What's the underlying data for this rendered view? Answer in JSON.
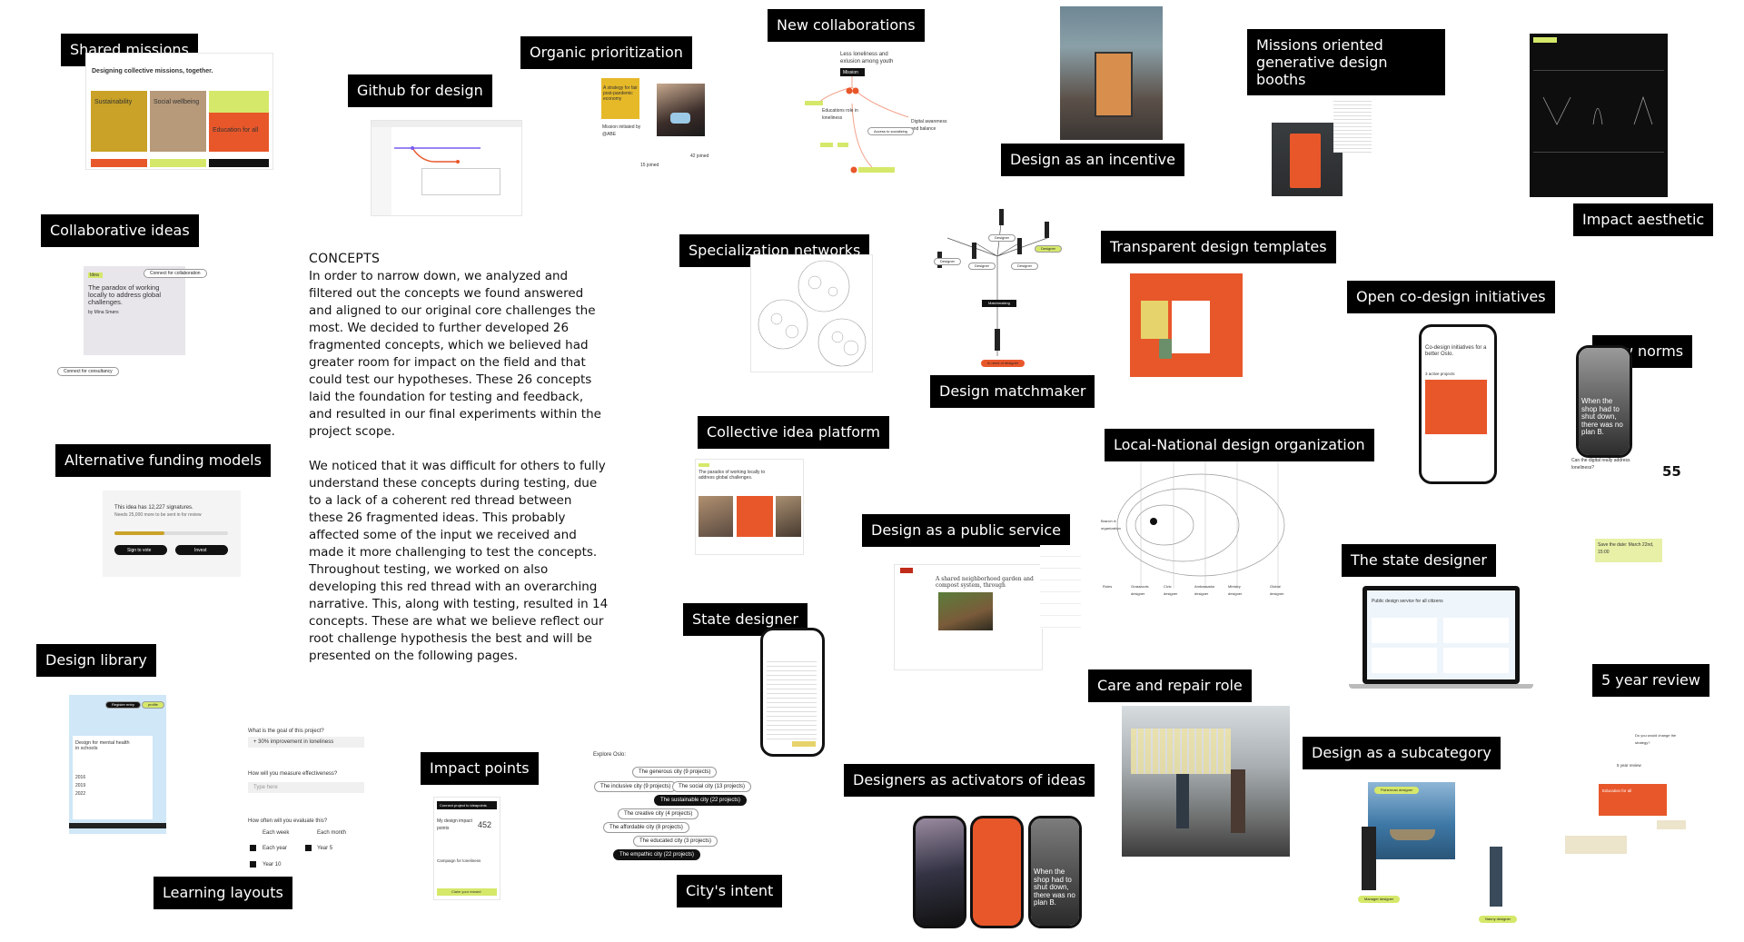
{
  "labels": {
    "shared_missions": "Shared missions",
    "github_for_design": "Github for design",
    "organic_prioritization": "Organic prioritization",
    "new_collaborations": "New collaborations",
    "design_as_incentive": "Design as an incentive",
    "missions_booths": "Missions oriented generative design booths",
    "impact_aesthetic": "Impact aesthetic",
    "collaborative_ideas": "Collaborative ideas",
    "specialization_networks": "Specialization networks",
    "transparent_templates": "Transparent design templates",
    "open_codesign": "Open co-design initiatives",
    "new_norms": "New norms",
    "design_matchmaker": "Design matchmaker",
    "alternative_funding": "Alternative funding models",
    "collective_idea_platform": "Collective idea platform",
    "local_national": "Local-National design organization",
    "public_service": "Design as a public service",
    "state_designer_1": "The state designer",
    "state_designer_2": "State designer",
    "design_library": "Design library",
    "care_repair": "Care and repair role",
    "five_year": "5 year review",
    "impact_points": "Impact points",
    "activators": "Designers as activators of ideas",
    "subcategory": "Design as a subcategory",
    "learning_layouts": "Learning layouts",
    "citys_intent": "City's intent"
  },
  "concepts": {
    "title": "CONCEPTS",
    "p1": "In order to narrow down, we analyzed and filtered out the concepts we found answered and aligned to our original core challenges the most. We decided to further developed 26 fragmented concepts, which we believed had greater room for impact on the field and that could test our hypotheses. These 26 concepts laid the foundation for testing and feedback, and resulted in our final experiments within the project scope.",
    "p2": "We noticed that it was difficult for others to fully understand these concepts during testing, due to a lack of a coherent red thread between these 26 fragmented ideas. This probably affected some of the input we received and made it more challenging to test the concepts. Throughout testing, we worked on also developing this red thread with an overarching narrative. This, along with testing, resulted in 14 concepts. These are what we believe reflect our root challenge hypothesis the best and will be presented on the following pages."
  },
  "page_number": "55",
  "shared_missions_card": {
    "header": "Designing collective missions, together.",
    "cols": [
      "Sustainability",
      "Social wellbeing",
      "Education for all"
    ]
  },
  "collab_card": {
    "tag": "Idea",
    "btn": "Connect for collaboration",
    "title": "The paradox of working locally to address global challenges.",
    "author": "by Mina Smørs",
    "consult": "Connect for consultancy"
  },
  "funding_card": {
    "text": "This idea has 12,227 signatures.",
    "sub": "Needs 25,000 more to be sent in for review",
    "btn1": "Sign to vote",
    "btn2": "Invest"
  },
  "library_card": {
    "pill1": "Register entry",
    "pill2": "profile",
    "title": "Design for mental health in schools",
    "years": [
      "2016",
      "2019",
      "2022"
    ]
  },
  "learning_form": {
    "q1": "What is the goal of this project?",
    "a1": "+ 30% improvement in loneliness",
    "q2": "How will you measure effectiveness?",
    "a2": "Type here",
    "q3": "How often will you evaluate this?",
    "opts": [
      "Each week",
      "Each month",
      "Each year",
      "Year 5",
      "Year 10"
    ]
  },
  "impact_card": {
    "header": "Connect project to ideapoints",
    "label": "My design impact points",
    "points": "452",
    "campaign": "Campaign for loneliness",
    "btn": "Claim your reward"
  },
  "city_intent": {
    "title": "Explore Oslo:",
    "items": [
      "The generous city (9 projects)",
      "The inclusive city (9 projects)",
      "The social city (13 projects)",
      "The sustainable city (22 projects)",
      "The creative city (4 projects)",
      "The affordable city (8 projects)",
      "The educated city (3 projects)",
      "The empathic city (22 projects)"
    ]
  },
  "new_collab": {
    "top": "Less loneliness and exlusion among youth",
    "mission": "Mission",
    "n1": "Educations role in loneliness",
    "n2": "Digital awareness and balance",
    "n3": "Access to socializing"
  },
  "matchmaker": {
    "designer": "Designer",
    "match": "Matchmaking",
    "need": "In need of designer"
  },
  "local_national": {
    "center": "Branch in organization",
    "roles": [
      "Roles",
      "Grassroots designer",
      "Civic designer",
      "Ambassador designer",
      "Ministry designer",
      "Global designer"
    ]
  },
  "public_service": {
    "headline": "A shared neighborhood garden and compost system, through"
  },
  "state_designer_screen": {
    "title": "Public design service for all citizens"
  },
  "five_year_card": {
    "q": "Do you would change the strategy?",
    "label": "5 year review",
    "orange": "Education for all"
  },
  "new_norms_phone": {
    "text": "When the shop had to shut down, there was no plan B.",
    "q": "Can the digital really address loneliness?",
    "note": "Save the date: March 22nd, 15:00"
  },
  "open_codesign_phone": {
    "title": "Co-design initiatives for a better Oslo.",
    "sub": "3 active projects"
  },
  "subcategory": {
    "tag1": "Fisherman designer",
    "tag2": "Manager designer",
    "tag3": "Nanny designer"
  },
  "organic": {
    "c1": "A strategy for fair post-pandemic economy",
    "c2": "Mission initiated by @ABE",
    "p1": "15 joined",
    "p2": "42 joined"
  },
  "colors": {
    "label_bg": "#000000",
    "label_fg": "#ffffff",
    "orange": "#e8572a",
    "mustard": "#c9a227",
    "lime": "#d6e86a",
    "light_blue": "#cfe7f7"
  }
}
